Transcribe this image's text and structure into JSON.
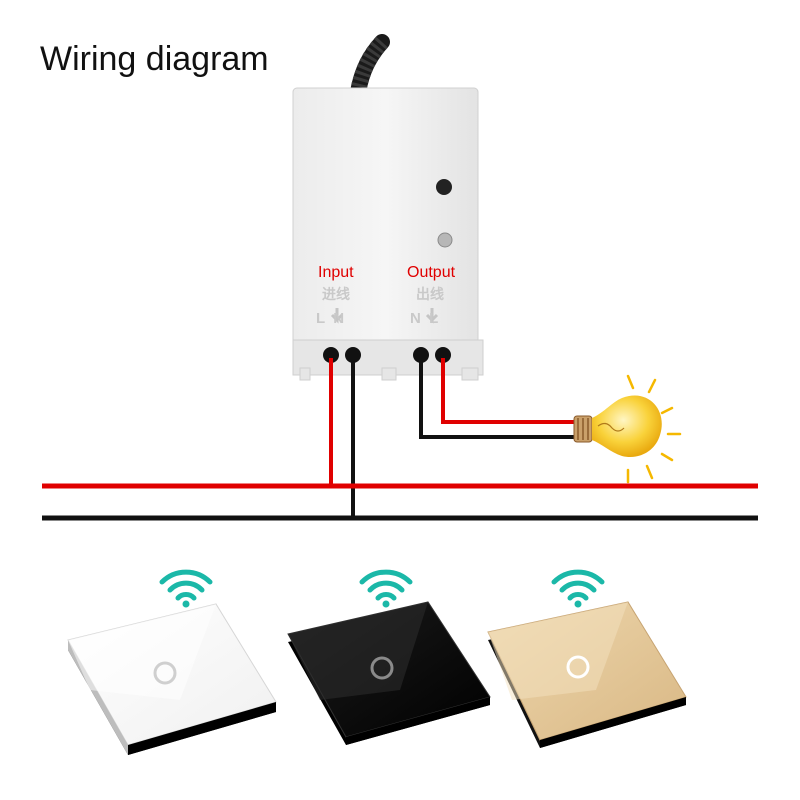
{
  "title": "Wiring diagram",
  "module": {
    "input_label": "Input",
    "input_cn": "进线",
    "input_terminals": "L  N",
    "output_label": "Output",
    "output_cn": "出线",
    "output_terminals": "N  L"
  },
  "colors": {
    "live_wire": "#e00000",
    "neutral_wire": "#111111",
    "wifi": "#1bb8a8",
    "bulb": "#f7c81e"
  },
  "switches": [
    {
      "finish": "white",
      "face": "#ffffff",
      "edge": "#222222"
    },
    {
      "finish": "black",
      "face": "#0a0a0a",
      "edge": "#000000"
    },
    {
      "finish": "gold",
      "face": "#e3c79a",
      "edge": "#111111"
    }
  ]
}
